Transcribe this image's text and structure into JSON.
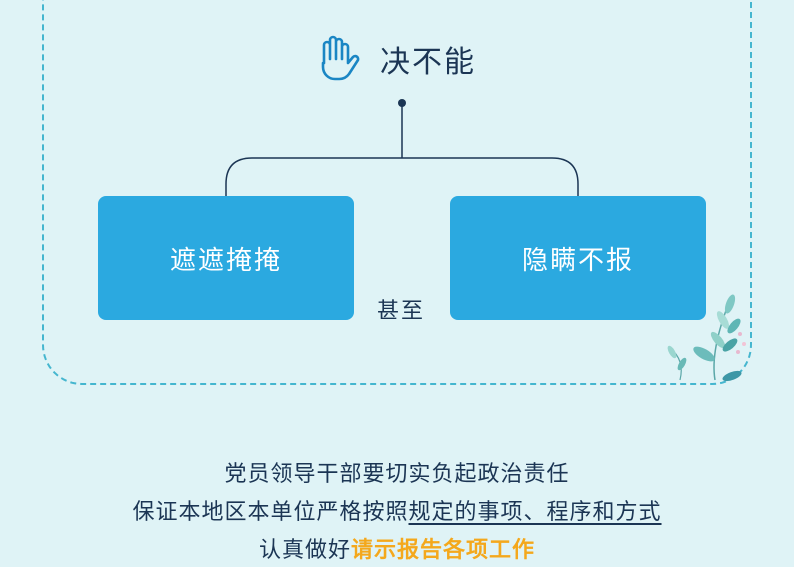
{
  "heading": {
    "icon": "hand-stop-icon",
    "text": "决不能"
  },
  "boxes": {
    "left": "遮遮掩掩",
    "right": "隐瞒不报"
  },
  "middle_label": "甚至",
  "decoration": "leaf-plant-icon",
  "caption": {
    "line1": "党员领导干部要切实负起政治责任",
    "line2_prefix": "保证本地区本单位严格按照",
    "line2_underlined": "规定的事项、程序和方式",
    "line3_prefix": "认真做好",
    "line3_highlight": "请示报告各项工作"
  },
  "colors": {
    "background": "#dff3f6",
    "box": "#2ba9e0",
    "dashed_border": "#45b6cf",
    "text": "#1b3554",
    "highlight": "#f4a81c",
    "icon": "#1a86c4"
  }
}
